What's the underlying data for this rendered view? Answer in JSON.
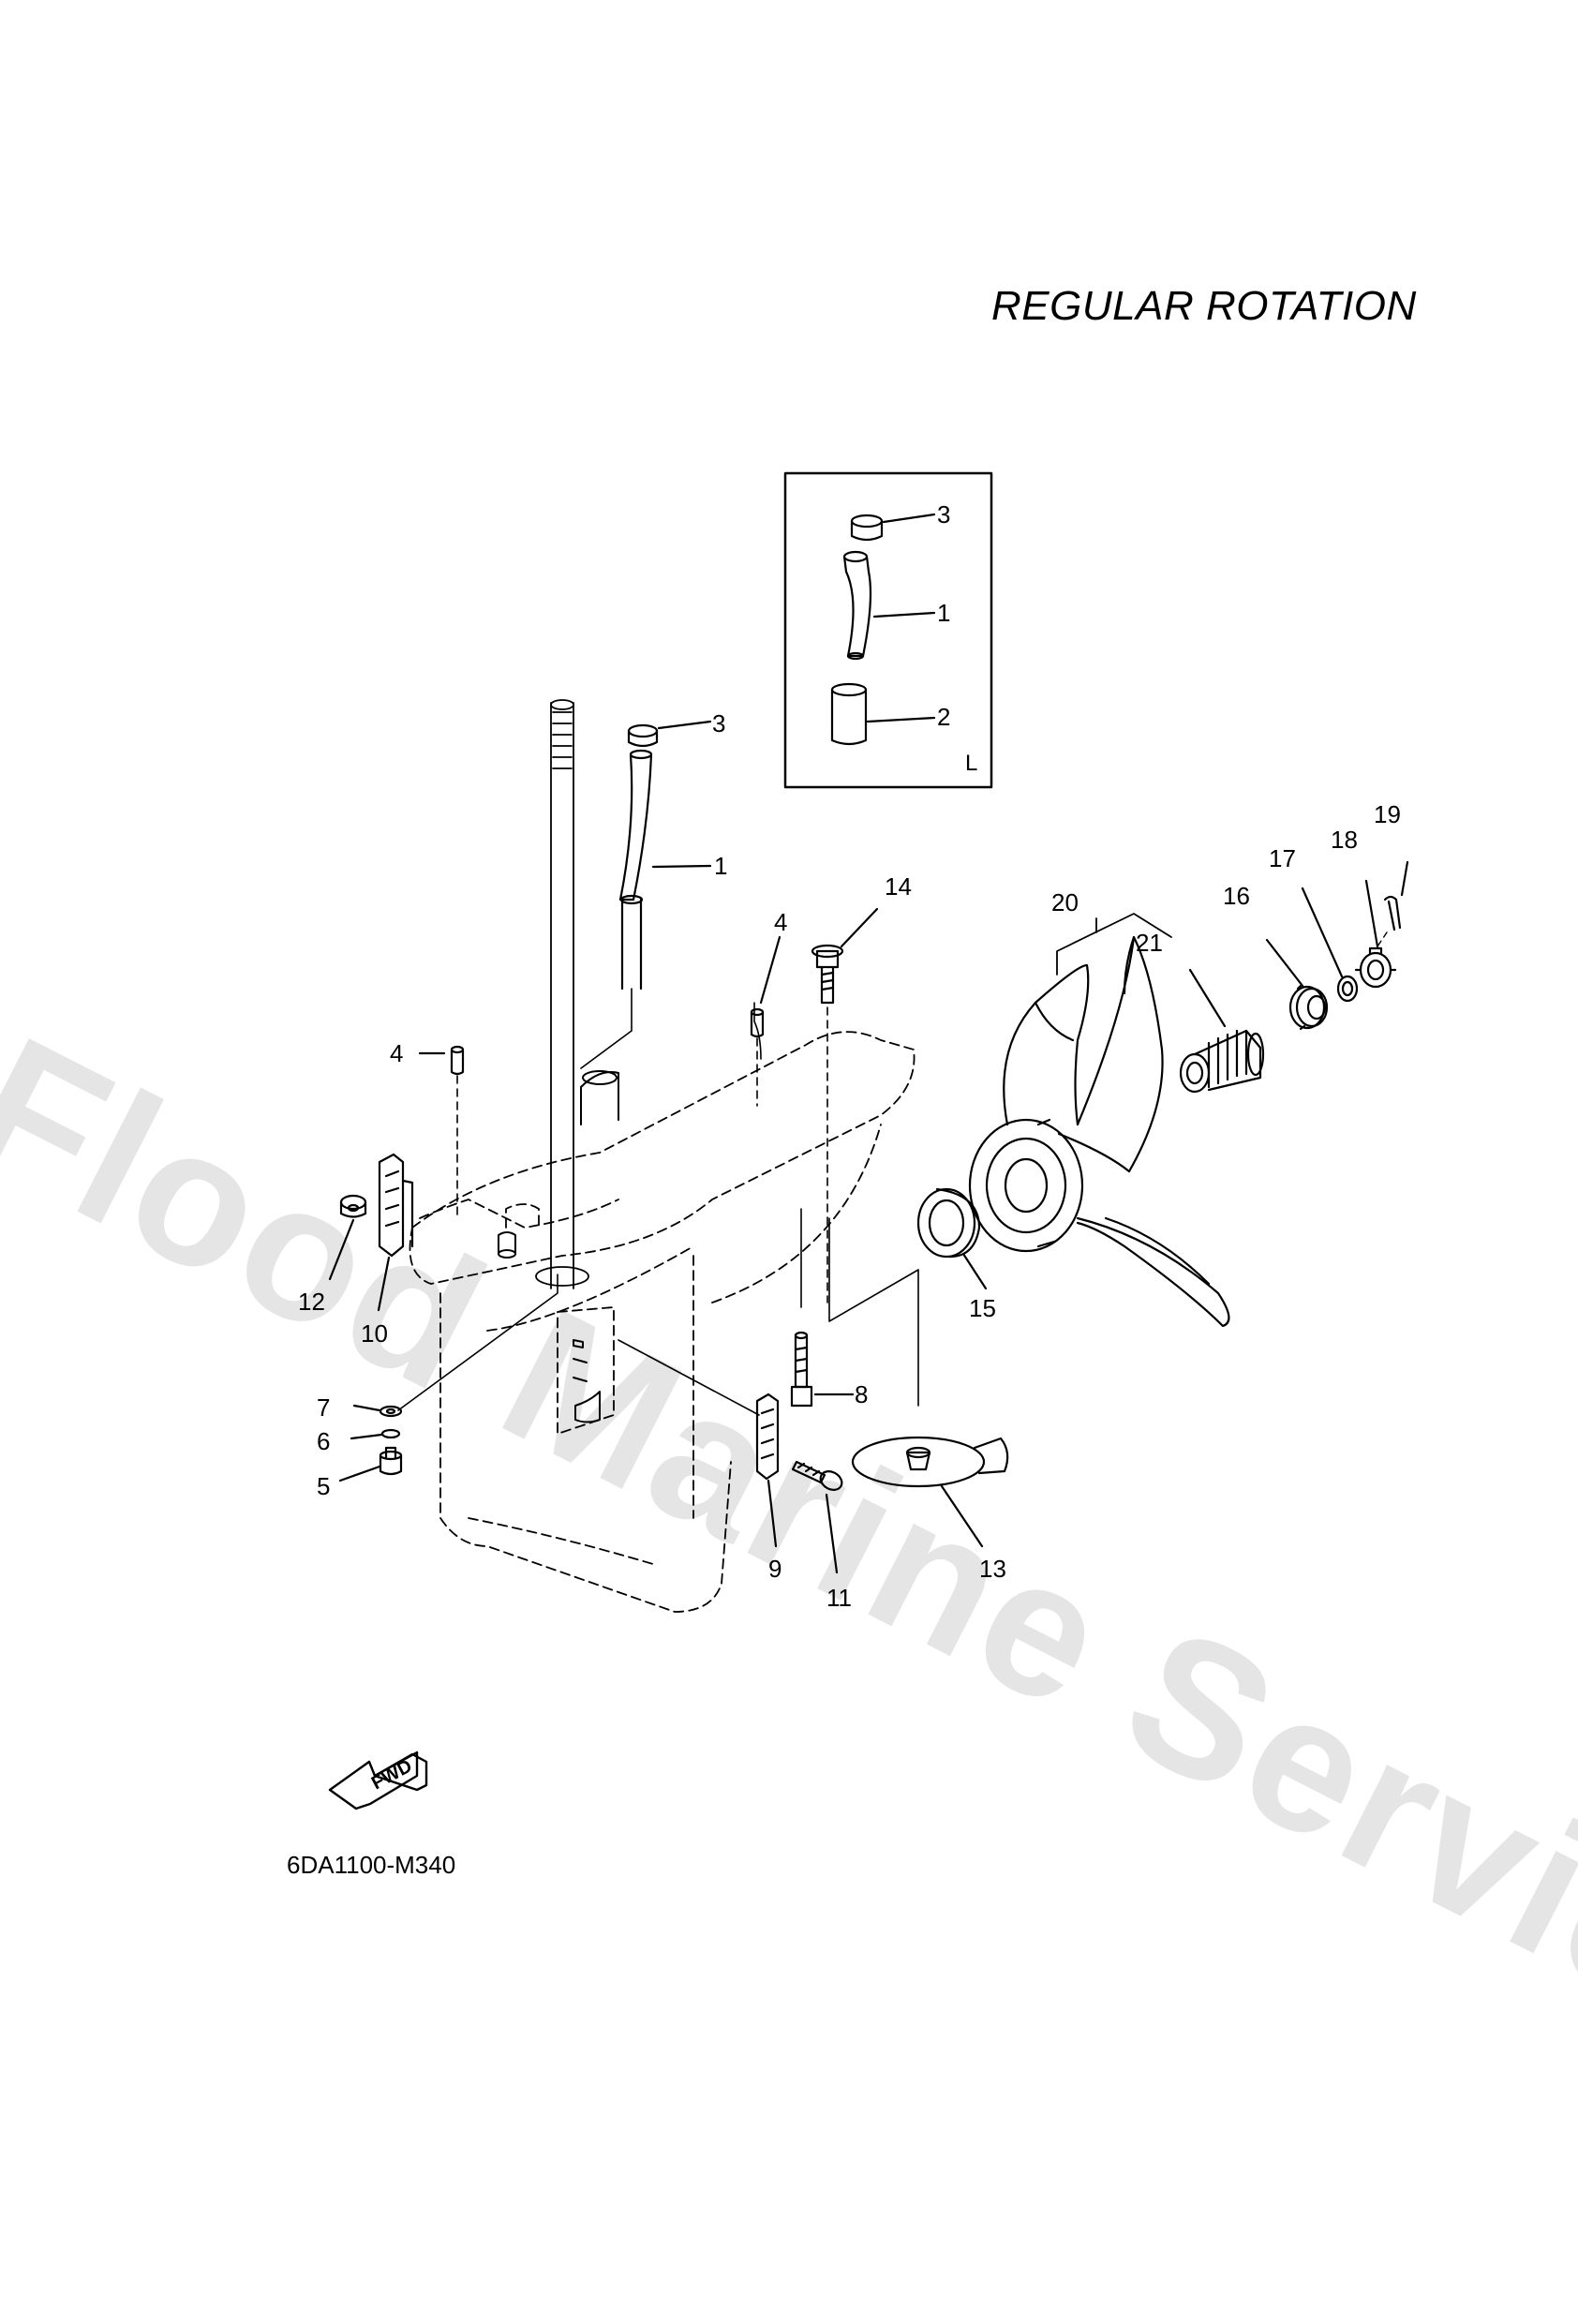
{
  "title": "REGULAR ROTATION",
  "diagram_code": "6DA1100-M340",
  "watermark": "Flood Marine Services",
  "inset_letter": "L",
  "fwd_label": "FWD",
  "labels": {
    "inset_3": "3",
    "inset_1": "1",
    "inset_2": "2",
    "p1": "1",
    "p3": "3",
    "p4a": "4",
    "p4b": "4",
    "p5": "5",
    "p6": "6",
    "p7": "7",
    "p8": "8",
    "p9": "9",
    "p10": "10",
    "p11": "11",
    "p12": "12",
    "p13": "13",
    "p14": "14",
    "p15": "15",
    "p16": "16",
    "p17": "17",
    "p18": "18",
    "p19": "19",
    "p20": "20",
    "p21": "21"
  }
}
